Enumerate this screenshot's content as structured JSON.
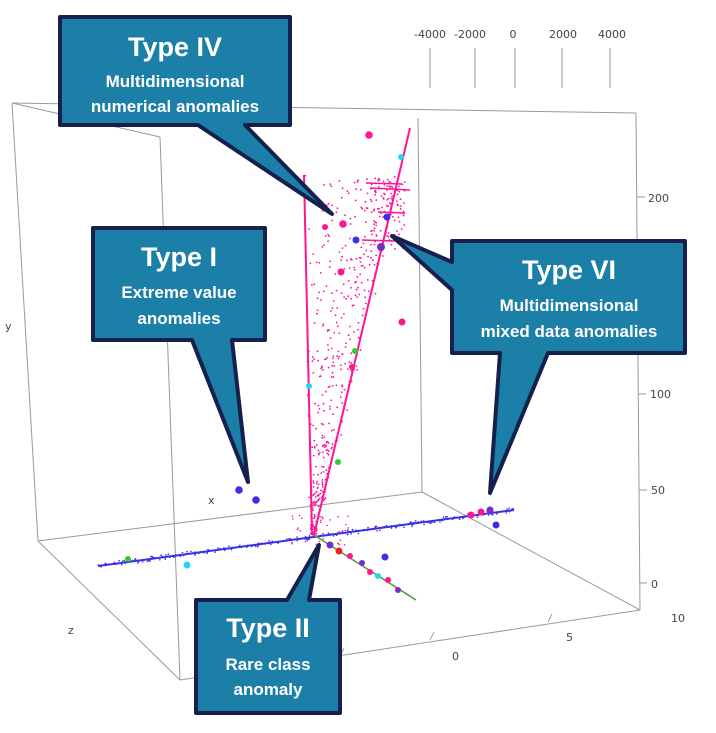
{
  "axes": {
    "x_label": "x",
    "y_label": "y",
    "z_label": "z",
    "top_ticks": [
      "-4000",
      "-2000",
      "0",
      "2000",
      "4000"
    ],
    "right_ticks": [
      "200",
      "50",
      "100",
      "50",
      "0"
    ],
    "corner_tick": "10",
    "bottom_ticks": [
      "5",
      "0"
    ]
  },
  "callouts": {
    "type_iv": {
      "title": "Type IV",
      "line1": "Multidimensional",
      "line2": "numerical anomalies"
    },
    "type_i": {
      "title": "Type I",
      "line1": "Extreme value",
      "line2": "anomalies"
    },
    "type_vi": {
      "title": "Type VI",
      "line1": "Multidimensional",
      "line2": "mixed data anomalies"
    },
    "type_ii": {
      "title": "Type II",
      "line1": "Rare class",
      "line2": "anomaly"
    }
  },
  "colors": {
    "callout_fill": "#1b7fa8",
    "callout_border": "#16204f",
    "magenta": "#ff1493",
    "blue": "#3a2ee6",
    "cyan": "#22d6f2",
    "green": "#2ecc2e",
    "purple": "#7a2cc8",
    "red": "#e8202a",
    "box_line": "#9a9a9a"
  }
}
